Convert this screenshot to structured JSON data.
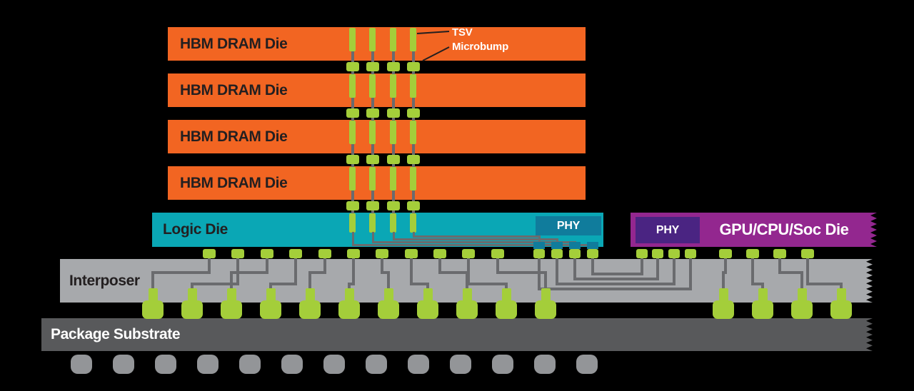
{
  "title": "HBM stacked-die package cross-section diagram",
  "labels": {
    "hbm_die": "HBM DRAM Die",
    "logic_die": "Logic Die",
    "phy": "PHY",
    "gpu_die": "GPU/CPU/Soc Die",
    "interposer": "Interposer",
    "package_substrate": "Package Substrate",
    "tsv": "TSV",
    "microbump": "Microbump"
  },
  "palette": {
    "bg": "#000000",
    "orange": "#F26522",
    "teal": "#0AA7B5",
    "teal_dark": "#107C9C",
    "purple": "#93278F",
    "purple_dark": "#4A2482",
    "green": "#A4CE3A",
    "interposer_gray": "#A7A9AC",
    "substrate_gray": "#58595B",
    "ball_gray": "#939598",
    "trace": "#6A6B6E",
    "ink": "#231F20",
    "label_white": "#FFFFFF"
  },
  "icons": {
    "jagged_edge": "torn-edge-continuation",
    "tsv_bar": "through-silicon-via",
    "microbump_pad": "microbump",
    "c4_bump": "c4-bump",
    "solder_ball": "bga-solder-ball"
  },
  "diagram": {
    "hbm_die_tops": [
      38,
      103,
      168,
      233
    ],
    "hbm_die_height": 47,
    "tsv_x": [
      494,
      522,
      551,
      579
    ],
    "gap_bump_ys": [
      87,
      152,
      217,
      282
    ],
    "logic_bumps": [
      293,
      333,
      374,
      414,
      455,
      495,
      535,
      576,
      616,
      656,
      697
    ],
    "logic_phy_bumps": [
      755,
      780,
      805,
      830
    ],
    "gpu_phy_bumps": [
      899,
      921,
      944,
      967
    ],
    "gpu_bumps": [
      1016,
      1054,
      1092,
      1131
    ],
    "stubs_left": [
      214,
      269,
      324,
      379,
      434,
      489,
      544,
      599,
      654,
      709,
      764
    ],
    "stubs_right": [
      1013,
      1068,
      1123,
      1178
    ],
    "balls": [
      114,
      173,
      232,
      291,
      350,
      409,
      468,
      527,
      586,
      645,
      704,
      763,
      822
    ]
  }
}
